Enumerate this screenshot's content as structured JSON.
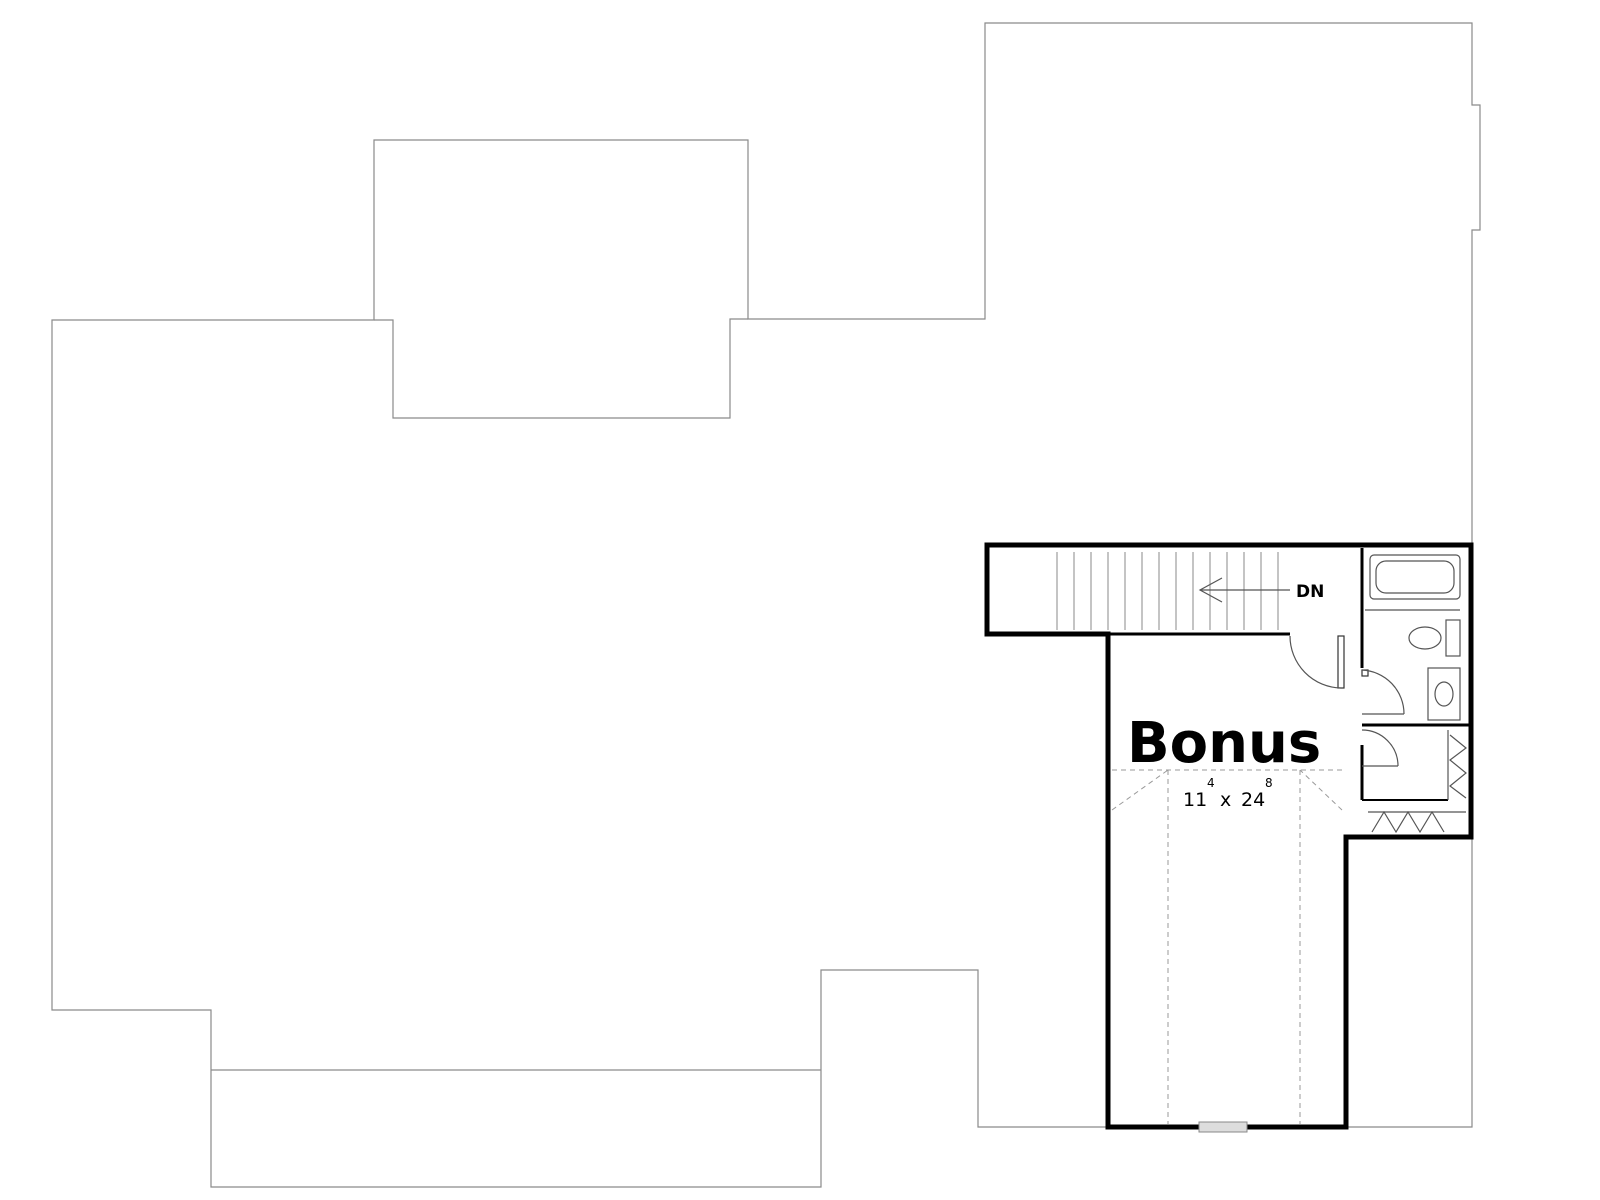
{
  "plan": {
    "room": {
      "name": "Bonus",
      "dimension_a": "11",
      "dimension_a_inches": "4",
      "separator": "x",
      "dimension_b": "24",
      "dimension_b_inches": "8"
    },
    "stair_label": "DN",
    "colors": {
      "walls": "#000000",
      "outline": "#8a8a8a",
      "background": "#ffffff"
    }
  }
}
